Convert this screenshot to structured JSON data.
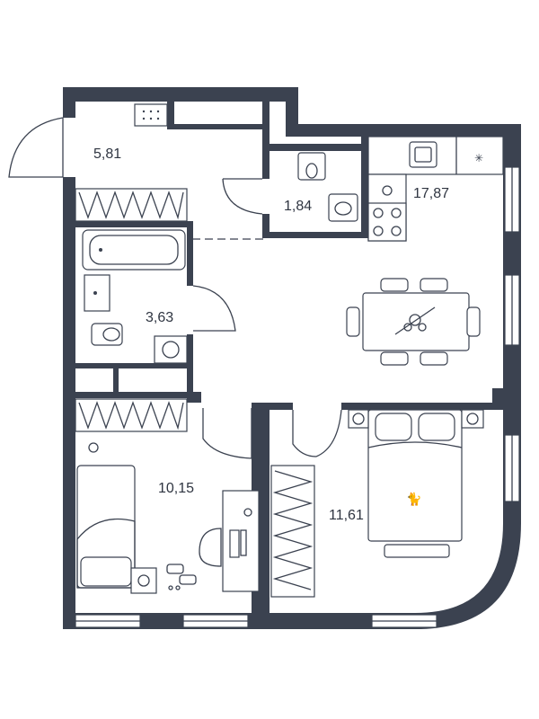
{
  "rooms": [
    {
      "id": "hall",
      "area": "5,81"
    },
    {
      "id": "wc",
      "area": "1,84"
    },
    {
      "id": "kitchen-living",
      "area": "17,87"
    },
    {
      "id": "bathroom",
      "area": "3,63"
    },
    {
      "id": "bedroom-1",
      "area": "10,15"
    },
    {
      "id": "bedroom-2",
      "area": "11,61"
    }
  ],
  "colors": {
    "wall": "#3b4250",
    "background": "#ffffff"
  }
}
